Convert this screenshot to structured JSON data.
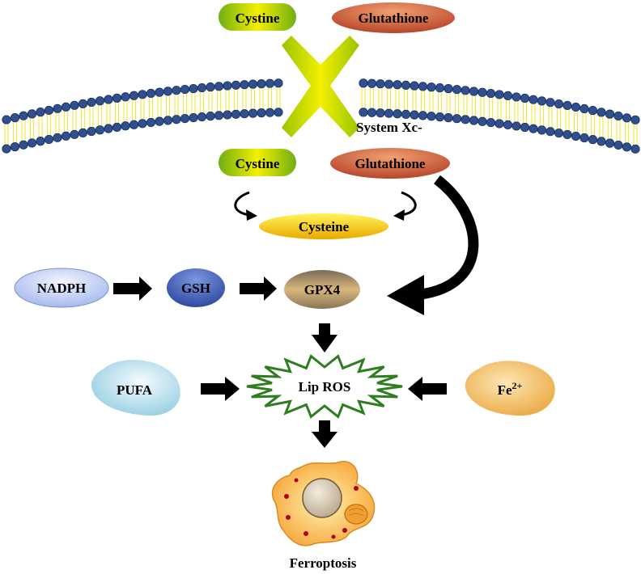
{
  "labels": {
    "cystine_out": "Cystine",
    "glutathione_out": "Glutathione",
    "system_xc": "System Xc-",
    "cystine_in": "Cystine",
    "glutathione_in": "Glutathione",
    "cysteine": "Cysteine",
    "nadph": "NADPH",
    "gsh": "GSH",
    "gpx4": "GPX4",
    "pufa": "PUFA",
    "lip_ros": "Lip ROS",
    "fe_base": "Fe",
    "fe_sup": "2+",
    "ferroptosis": "Ferroptosis"
  },
  "colors": {
    "membrane_head": "#2f4f8f",
    "membrane_tail": "#f2e84a",
    "transporter": "#d6d600",
    "cystine_fill": "#9ccc1a",
    "glutathione_fill": "#c9573a",
    "cysteine_fill": "#f3c400",
    "nadph_fill": "#c7d6f7",
    "gsh_fill": "#3f5fb8",
    "gpx4_fill": "#b89a60",
    "pufa_fill": "#a8d8e8",
    "fe_fill": "#f2b450",
    "star_stroke": "#2e7d1f",
    "cell_fill": "#f7a23a",
    "nucleus_fill": "#d9cbb8"
  }
}
